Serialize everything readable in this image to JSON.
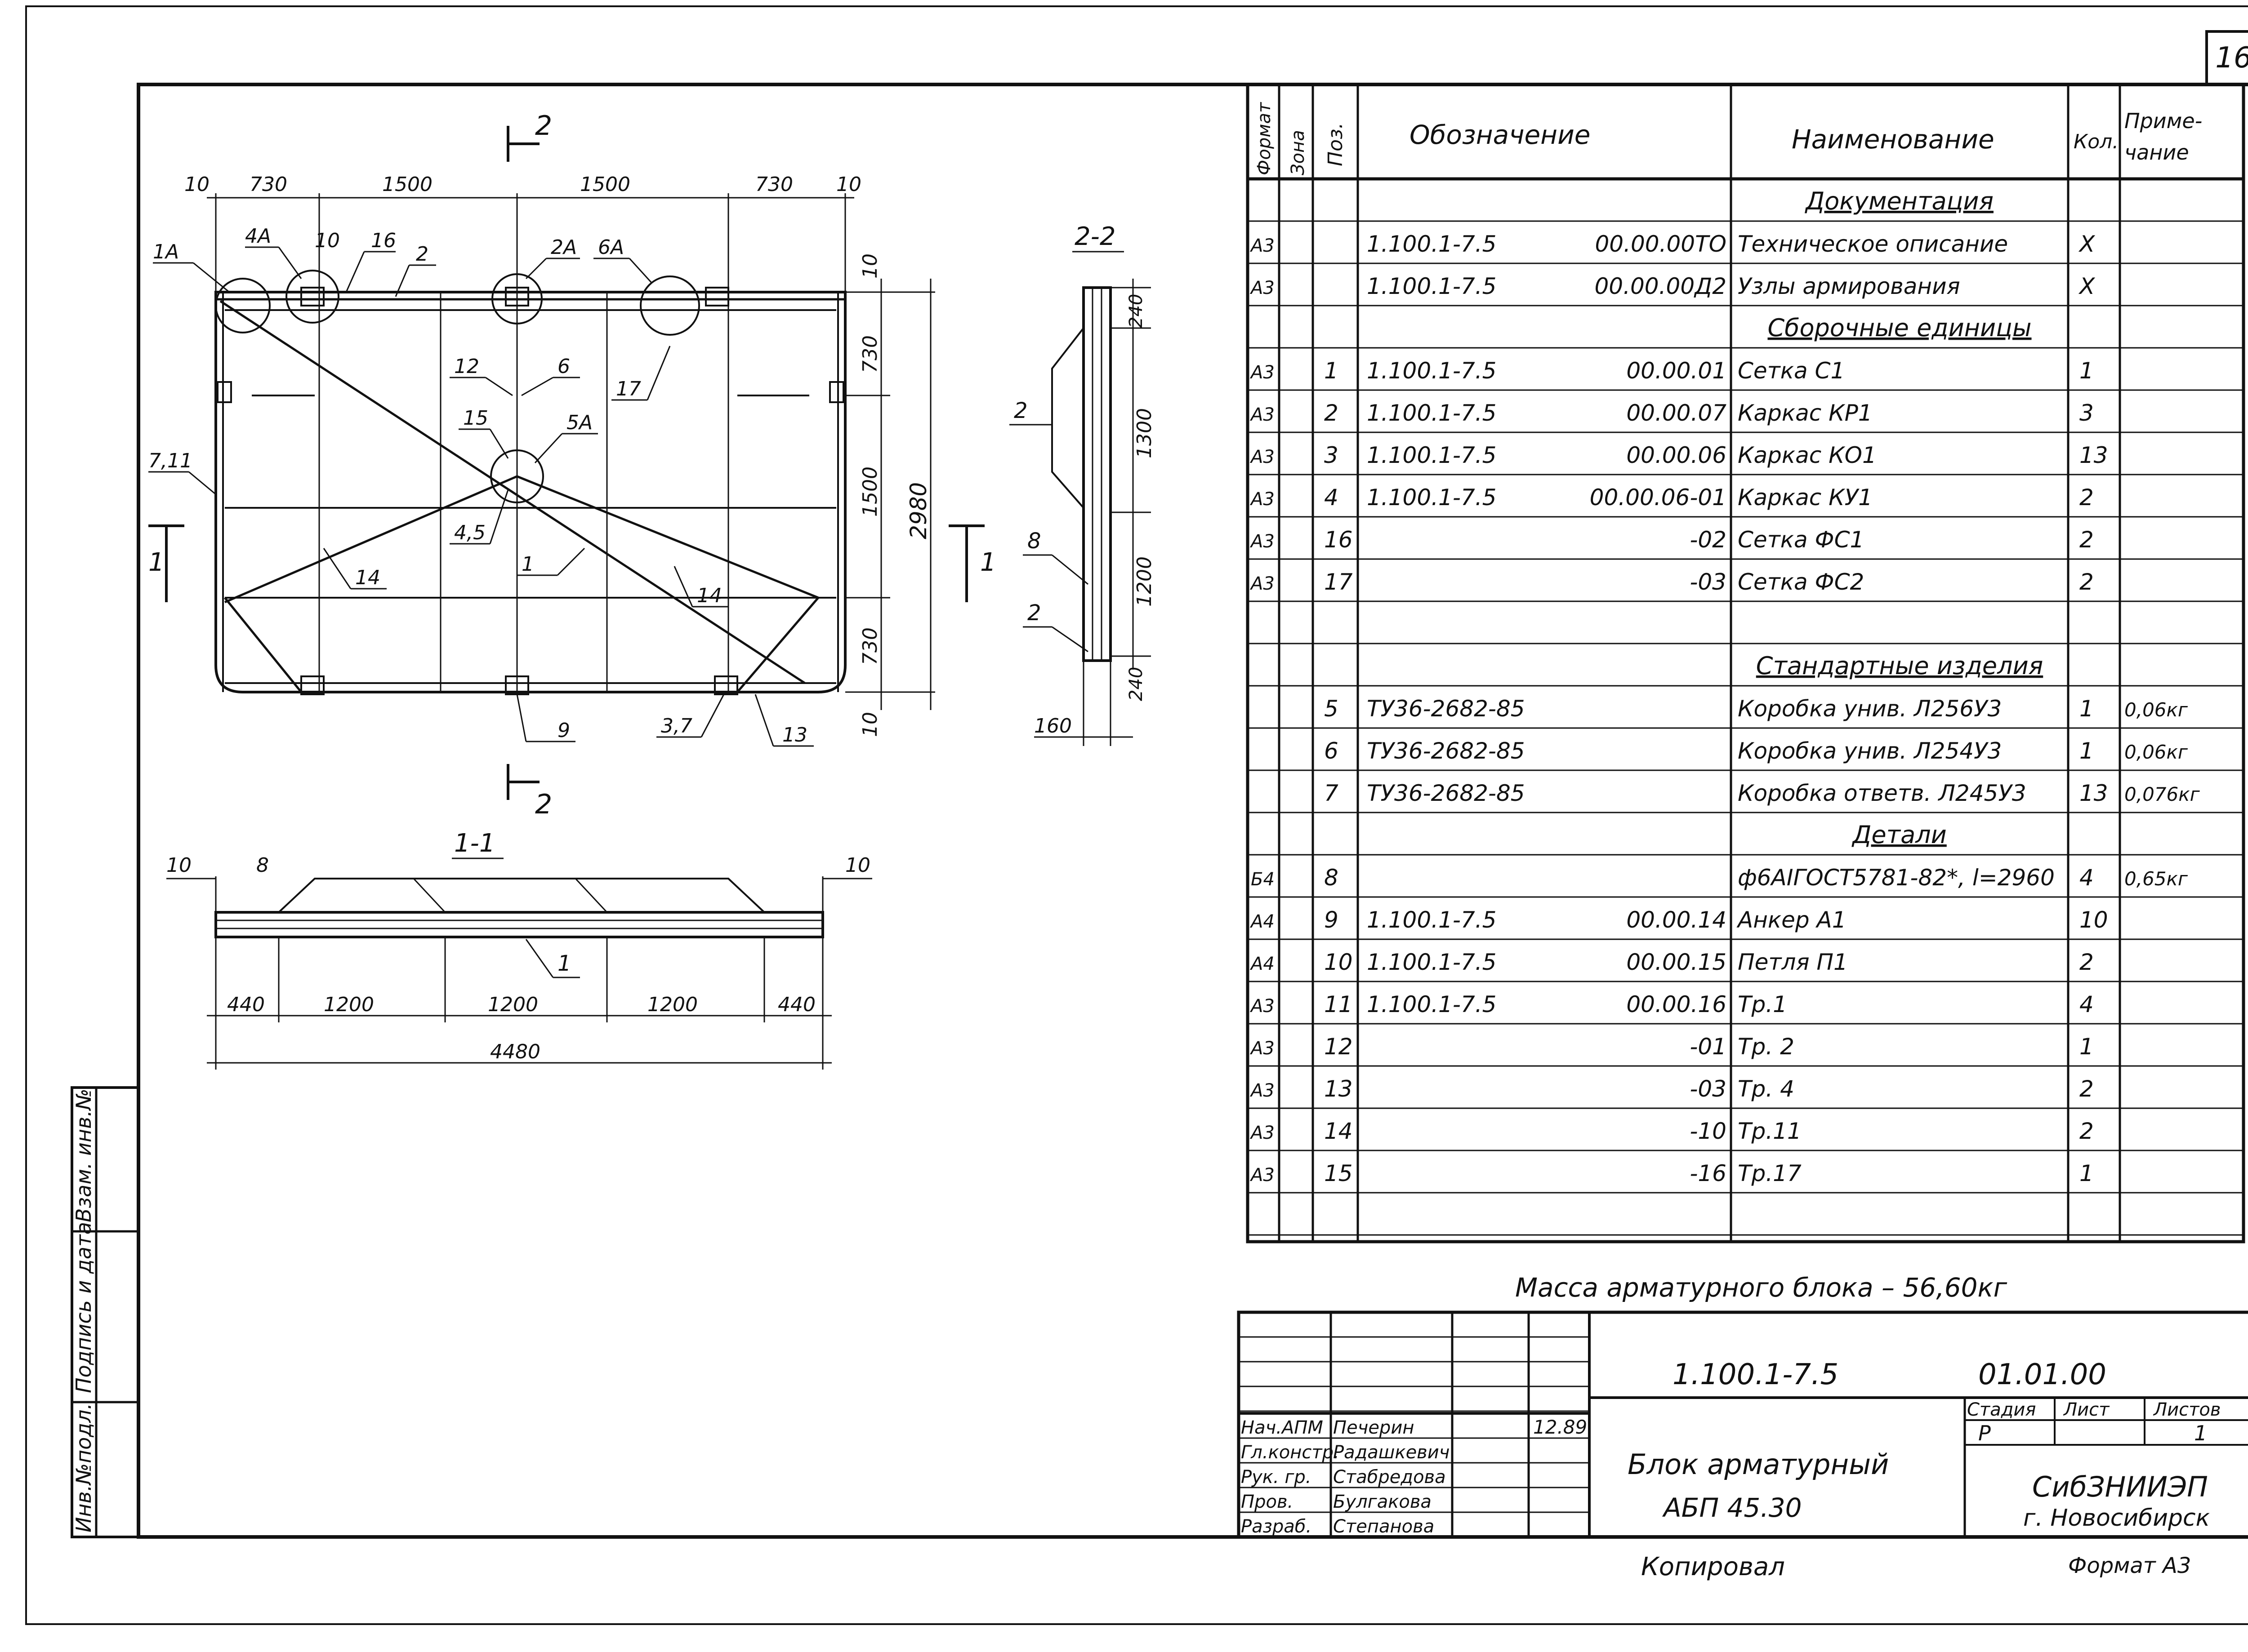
{
  "sheet_number": "16",
  "drawing": {
    "section_mark": "2",
    "section_1_mark": "1",
    "section_2_title": "2-2",
    "section_1_title": "1-1",
    "plan_top_dims": [
      "10",
      "730",
      "1500",
      "1500",
      "730",
      "10"
    ],
    "plan_right_dims": [
      "10",
      "730",
      "1500",
      "730",
      "10"
    ],
    "plan_overall_height": "2980",
    "plan_callouts": [
      "1A",
      "4A",
      "10",
      "16",
      "2",
      "2A",
      "6A",
      "12",
      "6",
      "15",
      "5A",
      "17",
      "7,11",
      "4,5",
      "14",
      "1",
      "14",
      "9",
      "3,7",
      "13"
    ],
    "section22_dims": [
      "240",
      "1300",
      "1200",
      "240",
      "160"
    ],
    "section22_callouts": [
      "2",
      "8",
      "2"
    ],
    "section11_dims": [
      "10",
      "8",
      "10",
      "440",
      "1200",
      "1200",
      "1200",
      "440",
      "4480"
    ],
    "section11_callout": "1"
  },
  "spec": {
    "headers": {
      "format": "Формат",
      "zone": "Зона",
      "pos": "Поз.",
      "designation": "Обозначение",
      "name": "Наименование",
      "qty": "Кол.",
      "note": "Приме-чание"
    },
    "rows": [
      {
        "fmt": "",
        "pos": "",
        "code": "",
        "code2": "",
        "name": "Документация",
        "qty": "",
        "note": "",
        "section": true
      },
      {
        "fmt": "А3",
        "pos": "",
        "code": "1.100.1-7.5",
        "code2": "00.00.00ТО",
        "name": "Техническое описание",
        "qty": "Х",
        "note": ""
      },
      {
        "fmt": "А3",
        "pos": "",
        "code": "1.100.1-7.5",
        "code2": "00.00.00Д2",
        "name": "Узлы армирования",
        "qty": "Х",
        "note": ""
      },
      {
        "fmt": "",
        "pos": "",
        "code": "",
        "code2": "",
        "name": "Сборочные единицы",
        "qty": "",
        "note": "",
        "section": true
      },
      {
        "fmt": "А3",
        "pos": "1",
        "code": "1.100.1-7.5",
        "code2": "00.00.01",
        "name": "Сетка С1",
        "qty": "1",
        "note": ""
      },
      {
        "fmt": "А3",
        "pos": "2",
        "code": "1.100.1-7.5",
        "code2": "00.00.07",
        "name": "Каркас КР1",
        "qty": "3",
        "note": ""
      },
      {
        "fmt": "А3",
        "pos": "3",
        "code": "1.100.1-7.5",
        "code2": "00.00.06",
        "name": "Каркас КО1",
        "qty": "13",
        "note": ""
      },
      {
        "fmt": "А3",
        "pos": "4",
        "code": "1.100.1-7.5",
        "code2": "00.00.06-01",
        "name": "Каркас КУ1",
        "qty": "2",
        "note": ""
      },
      {
        "fmt": "А3",
        "pos": "16",
        "code": "",
        "code2": "-02",
        "name": "Сетка ФС1",
        "qty": "2",
        "note": ""
      },
      {
        "fmt": "А3",
        "pos": "17",
        "code": "",
        "code2": "-03",
        "name": "Сетка ФС2",
        "qty": "2",
        "note": ""
      },
      {
        "fmt": "",
        "pos": "",
        "code": "",
        "code2": "",
        "name": "",
        "qty": "",
        "note": ""
      },
      {
        "fmt": "",
        "pos": "",
        "code": "",
        "code2": "",
        "name": "Стандартные изделия",
        "qty": "",
        "note": "",
        "section": true
      },
      {
        "fmt": "",
        "pos": "5",
        "code": "ТУ36-2682-85",
        "code2": "",
        "name": "Коробка унив. Л256У3",
        "qty": "1",
        "note": "0,06кг"
      },
      {
        "fmt": "",
        "pos": "6",
        "code": "ТУ36-2682-85",
        "code2": "",
        "name": "Коробка унив. Л254У3",
        "qty": "1",
        "note": "0,06кг"
      },
      {
        "fmt": "",
        "pos": "7",
        "code": "ТУ36-2682-85",
        "code2": "",
        "name": "Коробка ответв. Л245У3",
        "qty": "13",
        "note": "0,076кг"
      },
      {
        "fmt": "",
        "pos": "",
        "code": "",
        "code2": "",
        "name": "Детали",
        "qty": "",
        "note": "",
        "section": true
      },
      {
        "fmt": "Б4",
        "pos": "8",
        "code": "",
        "code2": "",
        "name": "ф6АIГОСТ5781-82*, l=2960",
        "qty": "4",
        "note": "0,65кг"
      },
      {
        "fmt": "А4",
        "pos": "9",
        "code": "1.100.1-7.5",
        "code2": "00.00.14",
        "name": "Анкер А1",
        "qty": "10",
        "note": ""
      },
      {
        "fmt": "А4",
        "pos": "10",
        "code": "1.100.1-7.5",
        "code2": "00.00.15",
        "name": "Петля П1",
        "qty": "2",
        "note": ""
      },
      {
        "fmt": "А3",
        "pos": "11",
        "code": "1.100.1-7.5",
        "code2": "00.00.16",
        "name": "Тр.1",
        "qty": "4",
        "note": ""
      },
      {
        "fmt": "А3",
        "pos": "12",
        "code": "",
        "code2": "-01",
        "name": "Тр. 2",
        "qty": "1",
        "note": ""
      },
      {
        "fmt": "А3",
        "pos": "13",
        "code": "",
        "code2": "-03",
        "name": "Тр. 4",
        "qty": "2",
        "note": ""
      },
      {
        "fmt": "А3",
        "pos": "14",
        "code": "",
        "code2": "-10",
        "name": "Тр.11",
        "qty": "2",
        "note": ""
      },
      {
        "fmt": "А3",
        "pos": "15",
        "code": "",
        "code2": "-16",
        "name": "Тр.17",
        "qty": "1",
        "note": ""
      },
      {
        "fmt": "",
        "pos": "",
        "code": "",
        "code2": "",
        "name": "",
        "qty": "",
        "note": ""
      }
    ]
  },
  "mass_note": "Масса арматурного блока – 56,60кг",
  "title_block": {
    "doc_code": "1.100.1-7.5",
    "doc_code2": "01.01.00",
    "stage_label": "Стадия",
    "sheet_label": "Лист",
    "sheets_label": "Листов",
    "stage": "Р",
    "sheets": "1",
    "title_line1": "Блок арматурный",
    "title_line2": "АБП 45.30",
    "org_line1": "СибЗНИИЭП",
    "org_line2": "г. Новосибирск",
    "date": "12.89",
    "staff": [
      {
        "role": "Нач.АПМ",
        "name": "Печерин"
      },
      {
        "role": "Гл.констр.",
        "name": "Радашкевич"
      },
      {
        "role": "Рук. гр.",
        "name": "Стабредова"
      },
      {
        "role": "Пров.",
        "name": "Булгакова"
      },
      {
        "role": "Разраб.",
        "name": "Степанова"
      }
    ]
  },
  "footer": {
    "copied": "Копировал",
    "format": "Формат А3"
  },
  "side_stamp": {
    "inv_orig": "Инв.№подл.",
    "sign_date": "Подпись и дата",
    "replace_inv": "Взам. инв.№"
  }
}
